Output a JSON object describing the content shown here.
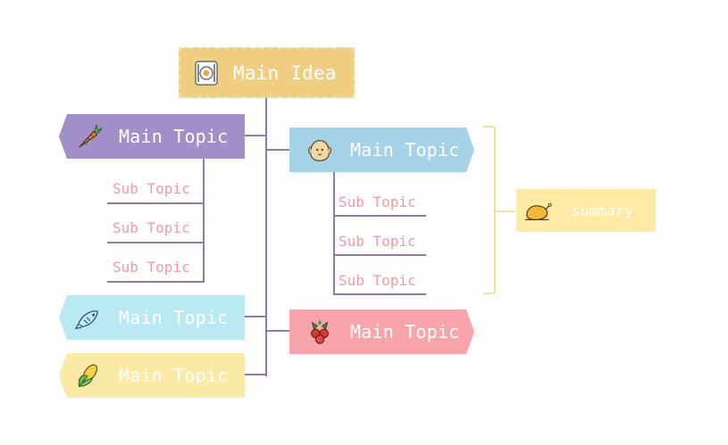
{
  "central": {
    "label": "Main Idea",
    "icon": "plate-icon"
  },
  "left_topics": [
    {
      "label": "Main Topic",
      "icon": "carrot-icon",
      "color": "#a28ec9"
    },
    {
      "label": "Main Topic",
      "icon": "fish-icon",
      "color": "#b9e9f2"
    },
    {
      "label": "Main Topic",
      "icon": "corn-icon",
      "color": "#fbeaa5"
    }
  ],
  "right_topics": [
    {
      "label": "Main Topic",
      "icon": "bread-icon",
      "color": "#a5d2e6"
    },
    {
      "label": "Main Topic",
      "icon": "berries-icon",
      "color": "#f9a4aa"
    }
  ],
  "left_subtopics": [
    "Sub Topic",
    "Sub Topic",
    "Sub Topic"
  ],
  "right_subtopics": [
    "Sub Topic",
    "Sub Topic",
    "Sub Topic"
  ],
  "summary": {
    "label": "summary",
    "icon": "roast-chicken-icon",
    "color": "#fdeaa4"
  },
  "colors": {
    "connector": "#8f7aae",
    "subtopic_text": "#ef9aa5",
    "bracket": "#f8e19d",
    "central": "#efce82"
  }
}
